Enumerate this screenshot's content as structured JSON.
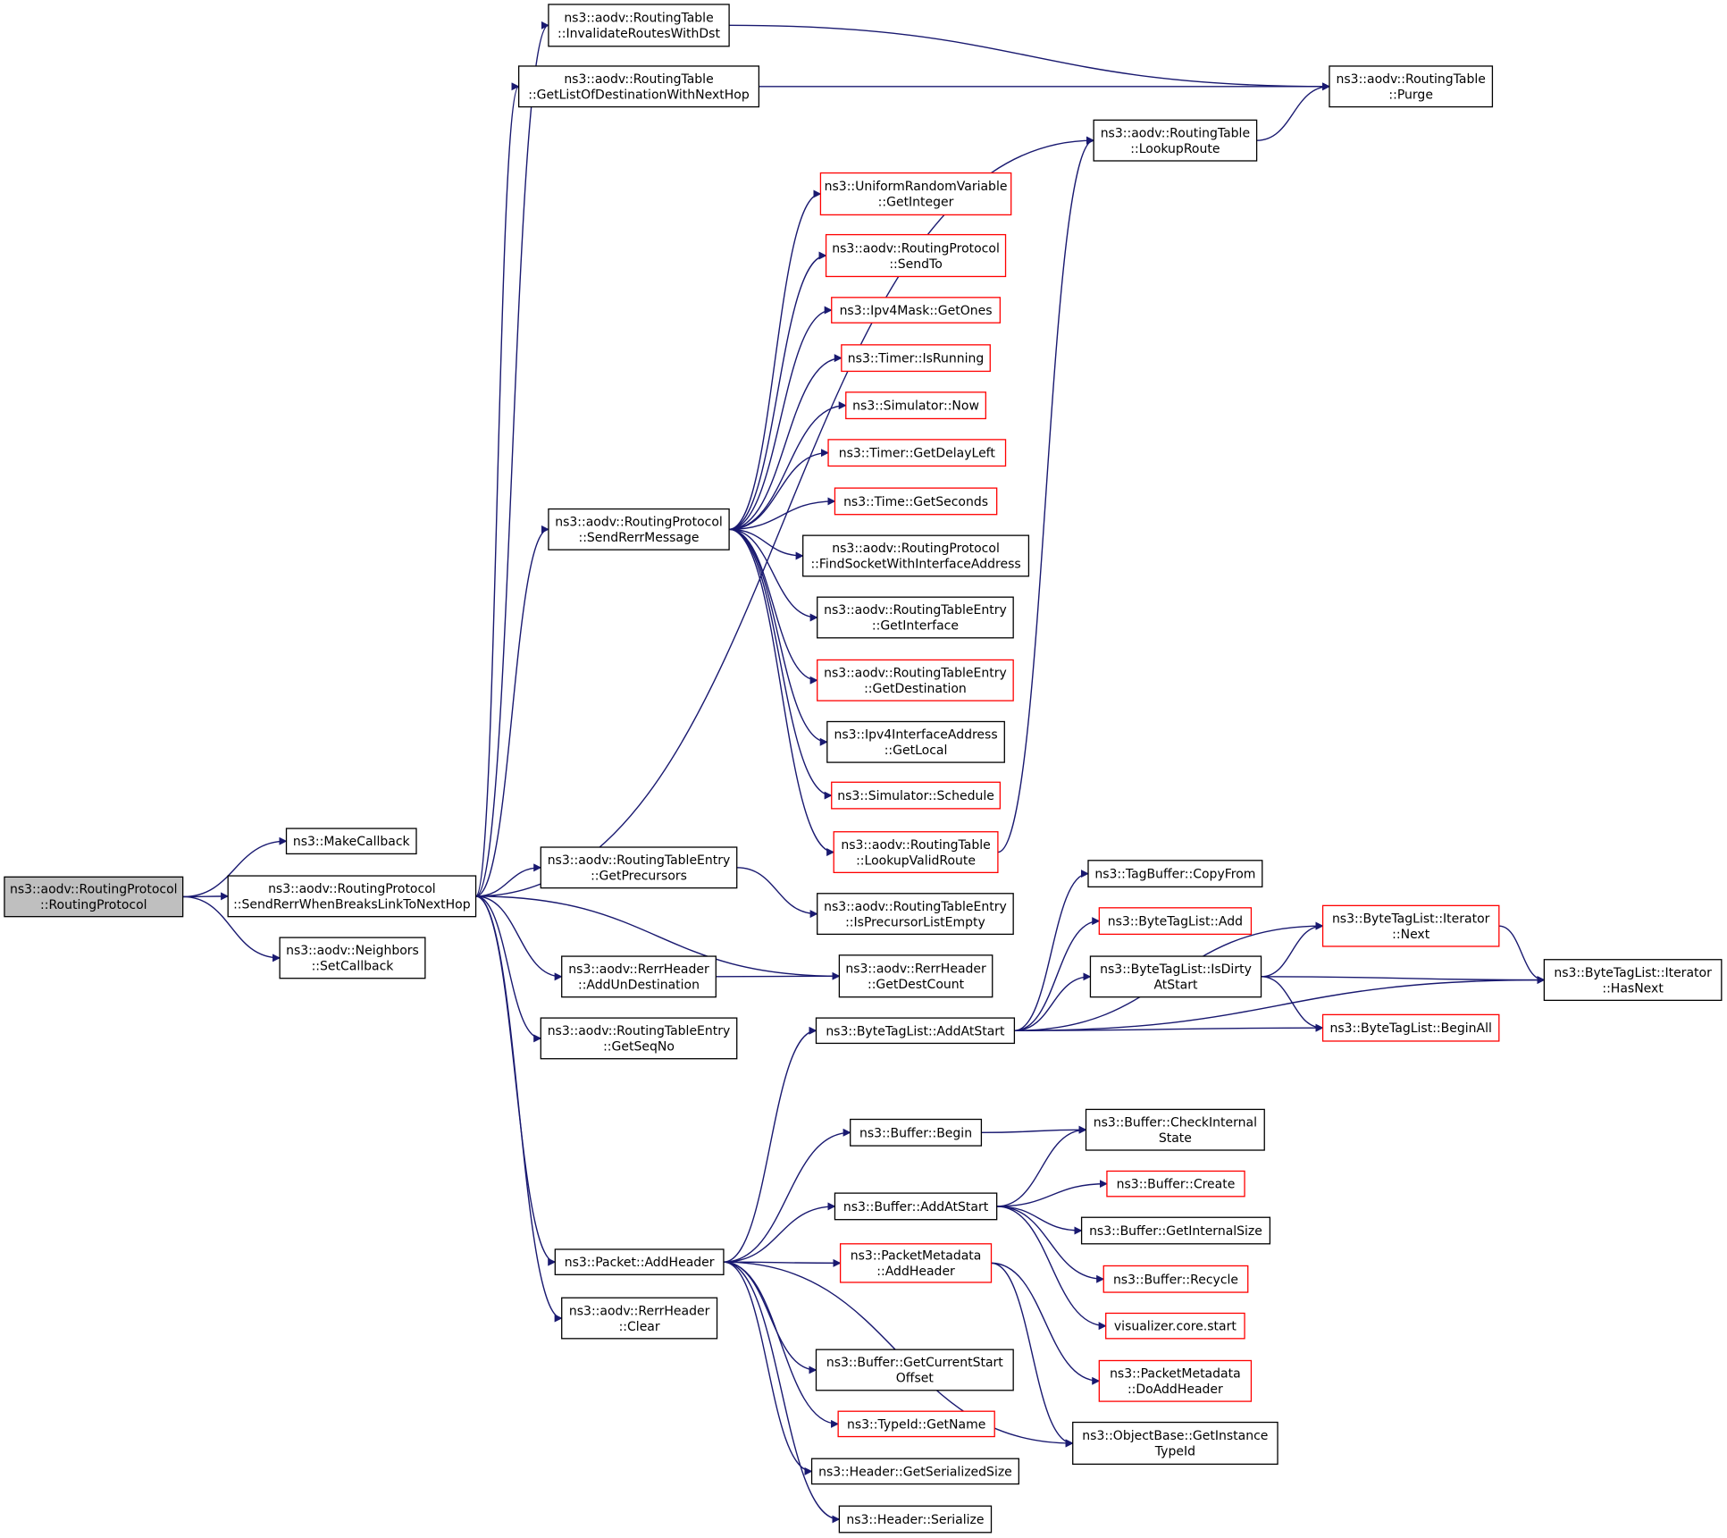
{
  "colors": {
    "edge": "#191970",
    "border_normal": "#000000",
    "border_red": "#ff0000",
    "root_fill": "#bfbfbf"
  },
  "nodes": {
    "routing_protocol": {
      "lines": [
        "ns3::aodv::RoutingProtocol",
        "::RoutingProtocol"
      ],
      "style": "root"
    },
    "make_callback": {
      "lines": [
        "ns3::MakeCallback"
      ],
      "style": "black"
    },
    "send_rerr_link": {
      "lines": [
        "ns3::aodv::RoutingProtocol",
        "::SendRerrWhenBreaksLinkToNextHop"
      ],
      "style": "black"
    },
    "neighbors_set_callback": {
      "lines": [
        "ns3::aodv::Neighbors",
        "::SetCallback"
      ],
      "style": "black"
    },
    "invalidate_routes": {
      "lines": [
        "ns3::aodv::RoutingTable",
        "::InvalidateRoutesWithDst"
      ],
      "style": "black"
    },
    "get_list_dest": {
      "lines": [
        "ns3::aodv::RoutingTable",
        "::GetListOfDestinationWithNextHop"
      ],
      "style": "black"
    },
    "send_rerr_message": {
      "lines": [
        "ns3::aodv::RoutingProtocol",
        "::SendRerrMessage"
      ],
      "style": "black"
    },
    "get_precursors": {
      "lines": [
        "ns3::aodv::RoutingTableEntry",
        "::GetPrecursors"
      ],
      "style": "black"
    },
    "add_un_destination": {
      "lines": [
        "ns3::aodv::RerrHeader",
        "::AddUnDestination"
      ],
      "style": "black"
    },
    "get_seq_no": {
      "lines": [
        "ns3::aodv::RoutingTableEntry",
        "::GetSeqNo"
      ],
      "style": "black"
    },
    "packet_add_header": {
      "lines": [
        "ns3::Packet::AddHeader"
      ],
      "style": "black"
    },
    "rerr_clear": {
      "lines": [
        "ns3::aodv::RerrHeader",
        "::Clear"
      ],
      "style": "black"
    },
    "purge": {
      "lines": [
        "ns3::aodv::RoutingTable",
        "::Purge"
      ],
      "style": "black"
    },
    "lookup_route": {
      "lines": [
        "ns3::aodv::RoutingTable",
        "::LookupRoute"
      ],
      "style": "black"
    },
    "get_integer": {
      "lines": [
        "ns3::UniformRandomVariable",
        "::GetInteger"
      ],
      "style": "red"
    },
    "send_to": {
      "lines": [
        "ns3::aodv::RoutingProtocol",
        "::SendTo"
      ],
      "style": "red"
    },
    "get_ones": {
      "lines": [
        "ns3::Ipv4Mask::GetOnes"
      ],
      "style": "red"
    },
    "is_running": {
      "lines": [
        "ns3::Timer::IsRunning"
      ],
      "style": "red"
    },
    "sim_now": {
      "lines": [
        "ns3::Simulator::Now"
      ],
      "style": "red"
    },
    "get_delay_left": {
      "lines": [
        "ns3::Timer::GetDelayLeft"
      ],
      "style": "red"
    },
    "get_seconds": {
      "lines": [
        "ns3::Time::GetSeconds"
      ],
      "style": "red"
    },
    "find_socket": {
      "lines": [
        "ns3::aodv::RoutingProtocol",
        "::FindSocketWithInterfaceAddress"
      ],
      "style": "black"
    },
    "get_interface": {
      "lines": [
        "ns3::aodv::RoutingTableEntry",
        "::GetInterface"
      ],
      "style": "black"
    },
    "get_destination": {
      "lines": [
        "ns3::aodv::RoutingTableEntry",
        "::GetDestination"
      ],
      "style": "red"
    },
    "get_local": {
      "lines": [
        "ns3::Ipv4InterfaceAddress",
        "::GetLocal"
      ],
      "style": "black"
    },
    "sim_schedule": {
      "lines": [
        "ns3::Simulator::Schedule"
      ],
      "style": "red"
    },
    "lookup_valid_route": {
      "lines": [
        "ns3::aodv::RoutingTable",
        "::LookupValidRoute"
      ],
      "style": "red"
    },
    "is_precursor_empty": {
      "lines": [
        "ns3::aodv::RoutingTableEntry",
        "::IsPrecursorListEmpty"
      ],
      "style": "black"
    },
    "get_dest_count": {
      "lines": [
        "ns3::aodv::RerrHeader",
        "::GetDestCount"
      ],
      "style": "black"
    },
    "btl_add_at_start": {
      "lines": [
        "ns3::ByteTagList::AddAtStart"
      ],
      "style": "black"
    },
    "tagbuffer_copy_from": {
      "lines": [
        "ns3::TagBuffer::CopyFrom"
      ],
      "style": "black"
    },
    "btl_add": {
      "lines": [
        "ns3::ByteTagList::Add"
      ],
      "style": "red"
    },
    "btl_is_dirty": {
      "lines": [
        "ns3::ByteTagList::IsDirty",
        "AtStart"
      ],
      "style": "black"
    },
    "btl_iter_next": {
      "lines": [
        "ns3::ByteTagList::Iterator",
        "::Next"
      ],
      "style": "red"
    },
    "btl_iter_has_next": {
      "lines": [
        "ns3::ByteTagList::Iterator",
        "::HasNext"
      ],
      "style": "black"
    },
    "btl_begin_all": {
      "lines": [
        "ns3::ByteTagList::BeginAll"
      ],
      "style": "red"
    },
    "buffer_begin": {
      "lines": [
        "ns3::Buffer::Begin"
      ],
      "style": "black"
    },
    "buffer_check_internal": {
      "lines": [
        "ns3::Buffer::CheckInternal",
        "State"
      ],
      "style": "black"
    },
    "buffer_add_at_start": {
      "lines": [
        "ns3::Buffer::AddAtStart"
      ],
      "style": "black"
    },
    "buffer_create": {
      "lines": [
        "ns3::Buffer::Create"
      ],
      "style": "red"
    },
    "buffer_get_internal_size": {
      "lines": [
        "ns3::Buffer::GetInternalSize"
      ],
      "style": "black"
    },
    "buffer_recycle": {
      "lines": [
        "ns3::Buffer::Recycle"
      ],
      "style": "red"
    },
    "visualizer_start": {
      "lines": [
        "visualizer.core.start"
      ],
      "style": "red"
    },
    "pm_add_header": {
      "lines": [
        "ns3::PacketMetadata",
        "::AddHeader"
      ],
      "style": "red"
    },
    "pm_do_add_header": {
      "lines": [
        "ns3::PacketMetadata",
        "::DoAddHeader"
      ],
      "style": "red"
    },
    "buffer_get_current_start": {
      "lines": [
        "ns3::Buffer::GetCurrentStart",
        "Offset"
      ],
      "style": "black"
    },
    "typeid_get_name": {
      "lines": [
        "ns3::TypeId::GetName"
      ],
      "style": "red"
    },
    "objectbase_get_instance": {
      "lines": [
        "ns3::ObjectBase::GetInstance",
        "TypeId"
      ],
      "style": "black"
    },
    "header_get_serialized_size": {
      "lines": [
        "ns3::Header::GetSerializedSize"
      ],
      "style": "black"
    },
    "header_serialize": {
      "lines": [
        "ns3::Header::Serialize"
      ],
      "style": "black"
    }
  },
  "edges": [
    [
      "routing_protocol",
      "make_callback"
    ],
    [
      "routing_protocol",
      "send_rerr_link"
    ],
    [
      "routing_protocol",
      "neighbors_set_callback"
    ],
    [
      "send_rerr_link",
      "invalidate_routes"
    ],
    [
      "send_rerr_link",
      "get_list_dest"
    ],
    [
      "send_rerr_link",
      "lookup_route"
    ],
    [
      "send_rerr_link",
      "send_rerr_message"
    ],
    [
      "send_rerr_link",
      "get_precursors"
    ],
    [
      "send_rerr_link",
      "get_dest_count"
    ],
    [
      "send_rerr_link",
      "add_un_destination"
    ],
    [
      "send_rerr_link",
      "get_seq_no"
    ],
    [
      "send_rerr_link",
      "packet_add_header"
    ],
    [
      "send_rerr_link",
      "rerr_clear"
    ],
    [
      "invalidate_routes",
      "purge"
    ],
    [
      "get_list_dest",
      "purge"
    ],
    [
      "lookup_route",
      "purge"
    ],
    [
      "send_rerr_message",
      "get_integer"
    ],
    [
      "send_rerr_message",
      "send_to"
    ],
    [
      "send_rerr_message",
      "get_ones"
    ],
    [
      "send_rerr_message",
      "is_running"
    ],
    [
      "send_rerr_message",
      "sim_now"
    ],
    [
      "send_rerr_message",
      "get_delay_left"
    ],
    [
      "send_rerr_message",
      "get_seconds"
    ],
    [
      "send_rerr_message",
      "find_socket"
    ],
    [
      "send_rerr_message",
      "get_interface"
    ],
    [
      "send_rerr_message",
      "get_destination"
    ],
    [
      "send_rerr_message",
      "get_local"
    ],
    [
      "send_rerr_message",
      "sim_schedule"
    ],
    [
      "send_rerr_message",
      "lookup_valid_route"
    ],
    [
      "lookup_valid_route",
      "lookup_route"
    ],
    [
      "get_precursors",
      "is_precursor_empty"
    ],
    [
      "add_un_destination",
      "get_dest_count"
    ],
    [
      "packet_add_header",
      "btl_add_at_start"
    ],
    [
      "packet_add_header",
      "buffer_begin"
    ],
    [
      "packet_add_header",
      "buffer_add_at_start"
    ],
    [
      "packet_add_header",
      "pm_add_header"
    ],
    [
      "packet_add_header",
      "objectbase_get_instance"
    ],
    [
      "packet_add_header",
      "buffer_get_current_start"
    ],
    [
      "packet_add_header",
      "typeid_get_name"
    ],
    [
      "packet_add_header",
      "header_get_serialized_size"
    ],
    [
      "packet_add_header",
      "header_serialize"
    ],
    [
      "btl_add_at_start",
      "tagbuffer_copy_from"
    ],
    [
      "btl_add_at_start",
      "btl_add"
    ],
    [
      "btl_add_at_start",
      "btl_is_dirty"
    ],
    [
      "btl_add_at_start",
      "btl_iter_next"
    ],
    [
      "btl_add_at_start",
      "btl_begin_all"
    ],
    [
      "btl_add_at_start",
      "btl_iter_has_next"
    ],
    [
      "btl_is_dirty",
      "btl_iter_next"
    ],
    [
      "btl_is_dirty",
      "btl_iter_has_next"
    ],
    [
      "btl_is_dirty",
      "btl_begin_all"
    ],
    [
      "btl_iter_next",
      "btl_iter_has_next"
    ],
    [
      "buffer_begin",
      "buffer_check_internal"
    ],
    [
      "buffer_add_at_start",
      "buffer_check_internal"
    ],
    [
      "buffer_add_at_start",
      "buffer_create"
    ],
    [
      "buffer_add_at_start",
      "buffer_get_internal_size"
    ],
    [
      "buffer_add_at_start",
      "buffer_recycle"
    ],
    [
      "buffer_add_at_start",
      "visualizer_start"
    ],
    [
      "pm_add_header",
      "pm_do_add_header"
    ],
    [
      "pm_add_header",
      "objectbase_get_instance"
    ]
  ]
}
